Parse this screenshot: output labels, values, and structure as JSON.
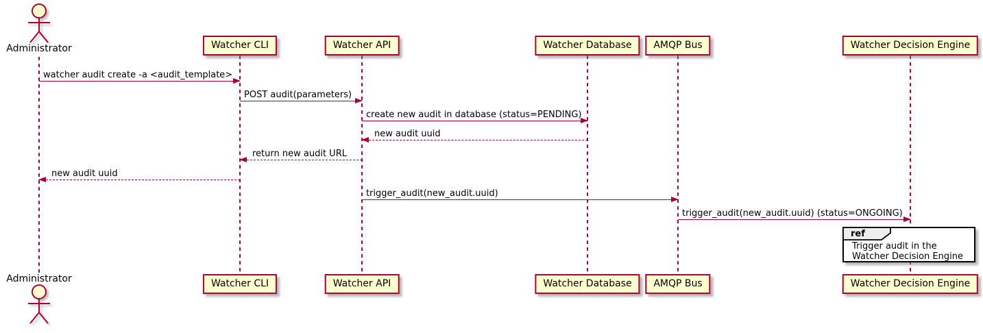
{
  "diagram": {
    "type": "uml-sequence",
    "colors": {
      "participant_fill": "#fefece",
      "stroke": "#a80036",
      "text": "#000000",
      "ref_header_fill": "#eeeeee",
      "ref_border": "#000000",
      "background": "#ffffff"
    },
    "actor": {
      "label": "Administrator"
    },
    "participants": [
      {
        "label": "Watcher CLI"
      },
      {
        "label": "Watcher API"
      },
      {
        "label": "Watcher Database"
      },
      {
        "label": "AMQP Bus"
      },
      {
        "label": "Watcher Decision Engine"
      }
    ],
    "messages": [
      {
        "from": "Administrator",
        "to": "Watcher CLI",
        "line": "solid",
        "label": "watcher audit create -a <audit_template>"
      },
      {
        "from": "Watcher CLI",
        "to": "Watcher API",
        "line": "solid",
        "label": "POST audit(parameters)"
      },
      {
        "from": "Watcher API",
        "to": "Watcher Database",
        "line": "solid",
        "label": "create new audit in database (status=PENDING)"
      },
      {
        "from": "Watcher Database",
        "to": "Watcher API",
        "line": "dashed",
        "label": "new audit uuid"
      },
      {
        "from": "Watcher API",
        "to": "Watcher CLI",
        "line": "dashed",
        "label": "return new audit URL"
      },
      {
        "from": "Watcher CLI",
        "to": "Administrator",
        "line": "dashed",
        "label": "new audit uuid"
      },
      {
        "from": "Watcher API",
        "to": "AMQP Bus",
        "line": "solid",
        "label": "trigger_audit(new_audit.uuid)"
      },
      {
        "from": "AMQP Bus",
        "to": "Watcher Decision Engine",
        "line": "solid",
        "label": "trigger_audit(new_audit.uuid) (status=ONGOING)"
      }
    ],
    "ref": {
      "keyword": "ref",
      "line1": "Trigger audit in the",
      "line2": "Watcher Decision Engine"
    }
  }
}
